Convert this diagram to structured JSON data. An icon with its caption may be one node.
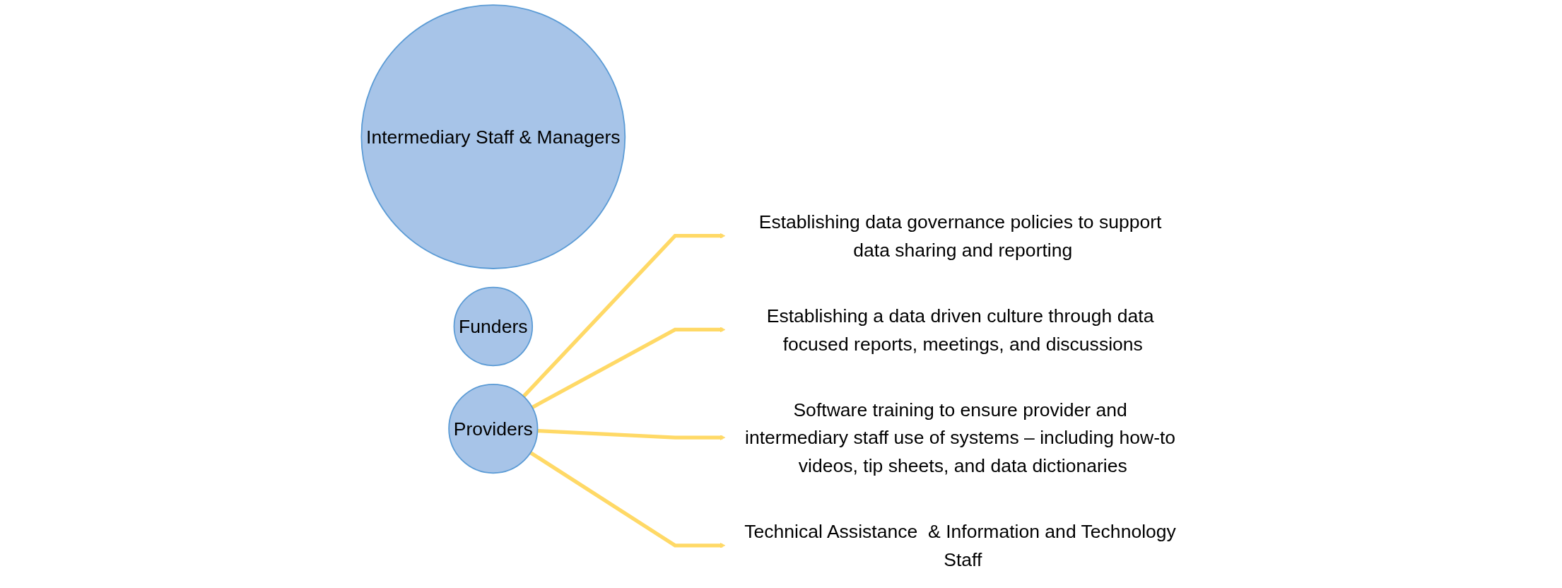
{
  "diagram": {
    "nodes": [
      {
        "text": [
          "Intermediary Staff & Managers"
        ]
      },
      {
        "text": [
          "Funders"
        ]
      },
      {
        "text": [
          "Providers"
        ]
      },
      {
        "text": [
          "Establishing data governance policies to support data sharing and reporting"
        ]
      },
      {
        "text": [
          "Establishing a data driven culture through data focused reports, meetings, and discussions"
        ]
      },
      {
        "text": [
          "Software training to ensure provider and intermediary staff use of systems – including how-to videos, tip sheets, and data dictionaries"
        ]
      },
      {
        "text": [
          "Technical Assistance  & Information and Technology Staff"
        ]
      }
    ],
    "edges": [
      {
        "from": 2,
        "to": 3,
        "arrow": "to"
      },
      {
        "from": 2,
        "to": 4,
        "arrow": "to"
      },
      {
        "from": 2,
        "to": 5,
        "arrow": "to"
      },
      {
        "from": 2,
        "to": 6,
        "arrow": "to"
      }
    ]
  }
}
